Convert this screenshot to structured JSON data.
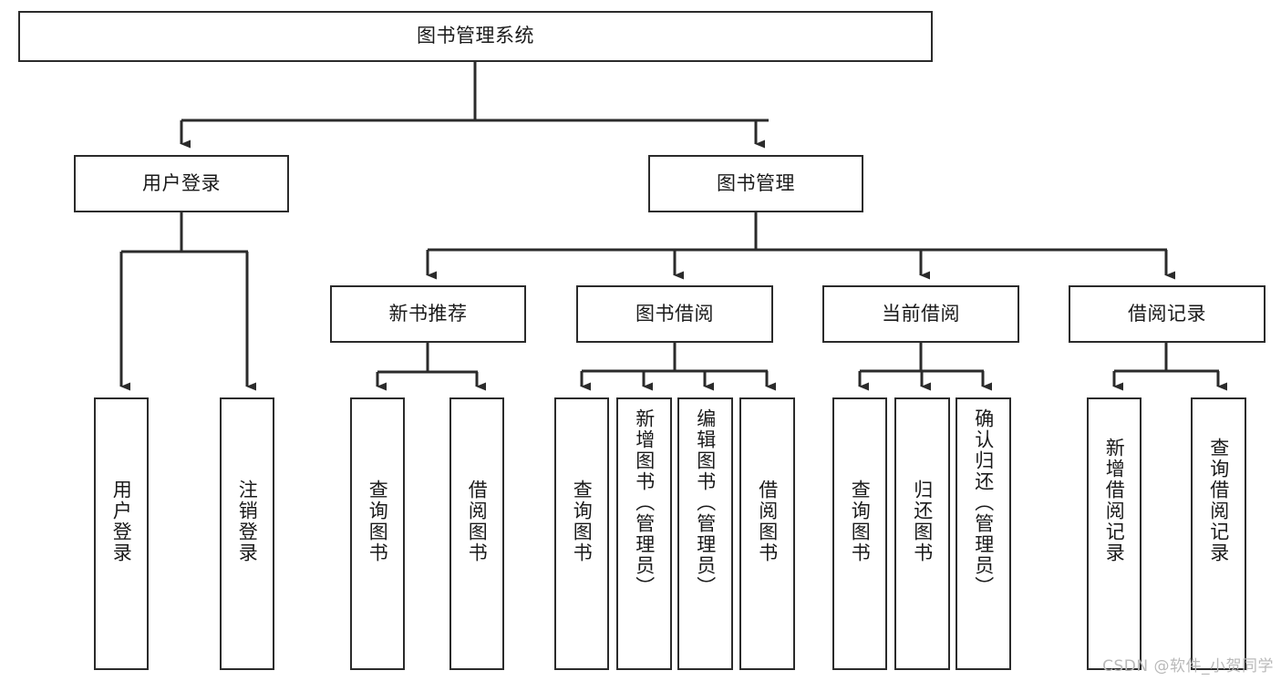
{
  "diagram": {
    "title": "图书管理系统",
    "type": "hierarchy-tree",
    "orientation": "top-down",
    "colors": {
      "box_border": "#2b2b2b",
      "box_fill": "#ffffff",
      "connector": "#2b2b2b",
      "text": "#1a1a1a",
      "watermark": "#b9b9b9",
      "background": "#ffffff"
    },
    "nodes": {
      "root": {
        "label": "图书管理系统"
      },
      "level1": [
        {
          "id": "user-login",
          "label": "用户登录"
        },
        {
          "id": "book-management",
          "label": "图书管理"
        }
      ],
      "level2": [
        {
          "id": "new-book-recommend",
          "label": "新书推荐"
        },
        {
          "id": "book-borrow",
          "label": "图书借阅"
        },
        {
          "id": "current-borrow",
          "label": "当前借阅"
        },
        {
          "id": "borrow-record",
          "label": "借阅记录"
        }
      ],
      "leaves": {
        "user-login": [
          {
            "id": "leaf-user-login",
            "label": "用户登录"
          },
          {
            "id": "leaf-logout-login",
            "label": "注销登录"
          }
        ],
        "new-book-recommend": [
          {
            "id": "leaf-query-book-1",
            "label": "查询图书"
          },
          {
            "id": "leaf-borrow-book-1",
            "label": "借阅图书"
          }
        ],
        "book-borrow": [
          {
            "id": "leaf-query-book-2",
            "label": "查询图书"
          },
          {
            "id": "leaf-add-book",
            "label": "新增图书（管理员）"
          },
          {
            "id": "leaf-edit-book",
            "label": "编辑图书（管理员）"
          },
          {
            "id": "leaf-borrow-book-2",
            "label": "借阅图书"
          }
        ],
        "current-borrow": [
          {
            "id": "leaf-query-book-3",
            "label": "查询图书"
          },
          {
            "id": "leaf-return-book",
            "label": "归还图书"
          },
          {
            "id": "leaf-confirm-return",
            "label": "确认归还（管理员）"
          }
        ],
        "borrow-record": [
          {
            "id": "leaf-add-record",
            "label": "新增借阅记录"
          },
          {
            "id": "leaf-query-record",
            "label": "查询借阅记录"
          }
        ]
      }
    },
    "watermark": "CSDN @软件_小贺同学"
  }
}
